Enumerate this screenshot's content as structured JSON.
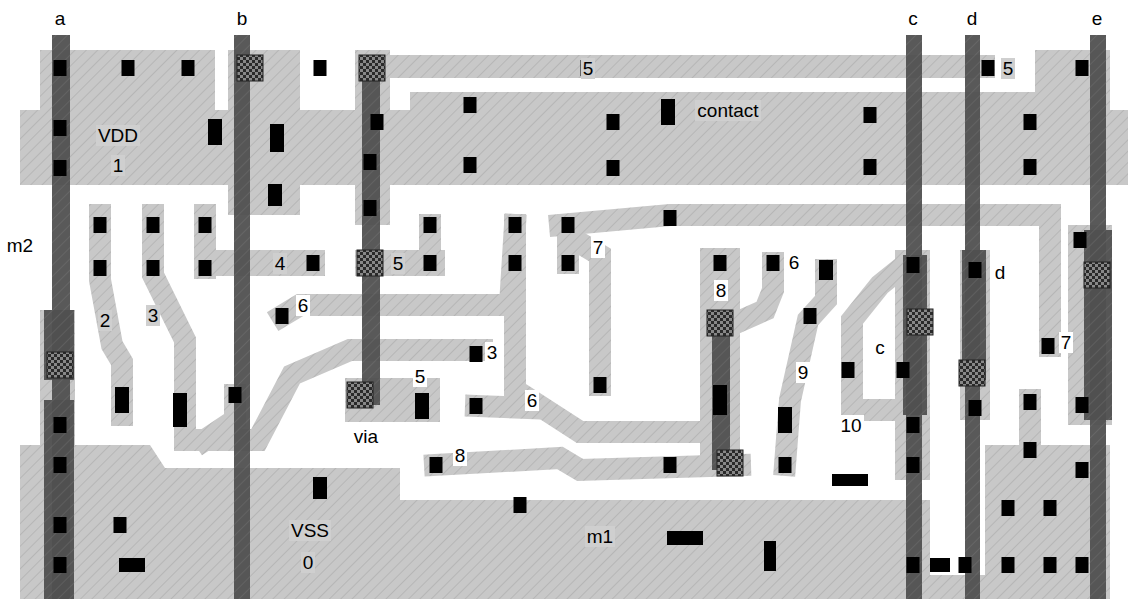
{
  "diagram": {
    "labels": [
      "a",
      "b",
      "c",
      "d",
      "e",
      "5",
      "5",
      "contact",
      "VDD",
      "1",
      "m2",
      "7",
      "4",
      "5",
      "6",
      "d",
      "8",
      "2",
      "3",
      "6",
      "c",
      "7",
      "3",
      "9",
      "5",
      "via",
      "6",
      "10",
      "8",
      "VSS",
      "0",
      "m1"
    ]
  }
}
